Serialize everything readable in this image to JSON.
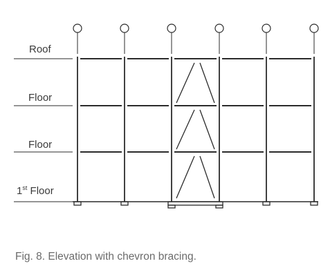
{
  "levels": [
    {
      "label": "Roof",
      "sup": ""
    },
    {
      "label": "Floor",
      "sup": ""
    },
    {
      "label": "Floor",
      "sup": ""
    },
    {
      "label": " Floor",
      "prefix": "1",
      "sup": "st"
    }
  ],
  "caption": "Fig. 8. Elevation with chevron bracing.",
  "colors": {
    "line": "#2b2b2b",
    "label": "#3a3a3a",
    "caption": "#6b6b6b"
  },
  "grid_markers": 6,
  "braced_bay": 3
}
